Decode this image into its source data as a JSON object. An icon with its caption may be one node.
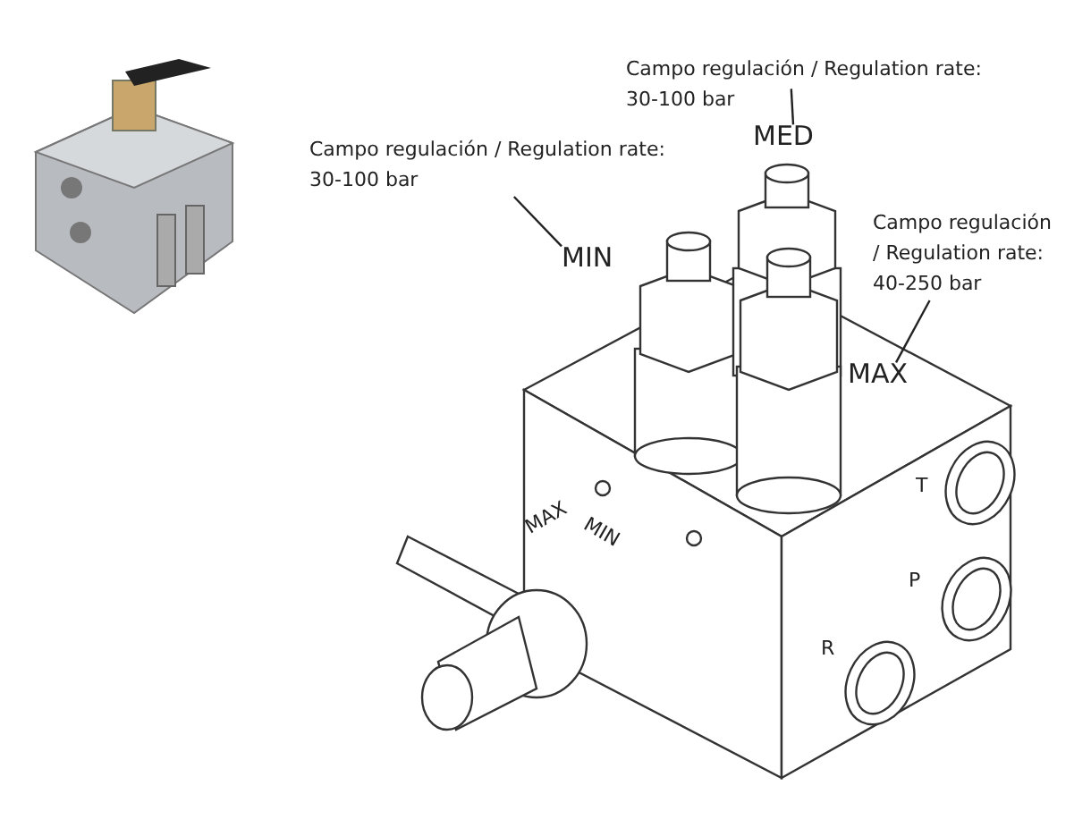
{
  "diagram": {
    "nodes": [
      {
        "text": [
          "Campo regulación / Regulation rate: 30-100 bar"
        ]
      },
      {
        "text": [
          "MIN"
        ]
      },
      {
        "text": [
          "Campo regulación / Regulation rate: 30-100 bar"
        ]
      },
      {
        "text": [
          "MED"
        ]
      },
      {
        "text": [
          "Campo regulación / Regulation rate: 40-250 bar"
        ]
      },
      {
        "text": [
          "MAX"
        ]
      }
    ],
    "edges": [
      {
        "from": 0,
        "to": 1,
        "arrow": "none"
      },
      {
        "from": 2,
        "to": 3,
        "arrow": "none"
      },
      {
        "from": 4,
        "to": 5,
        "arrow": "none"
      }
    ],
    "labels": [
      "MAX",
      "MIN",
      "T",
      "P",
      "R"
    ]
  }
}
